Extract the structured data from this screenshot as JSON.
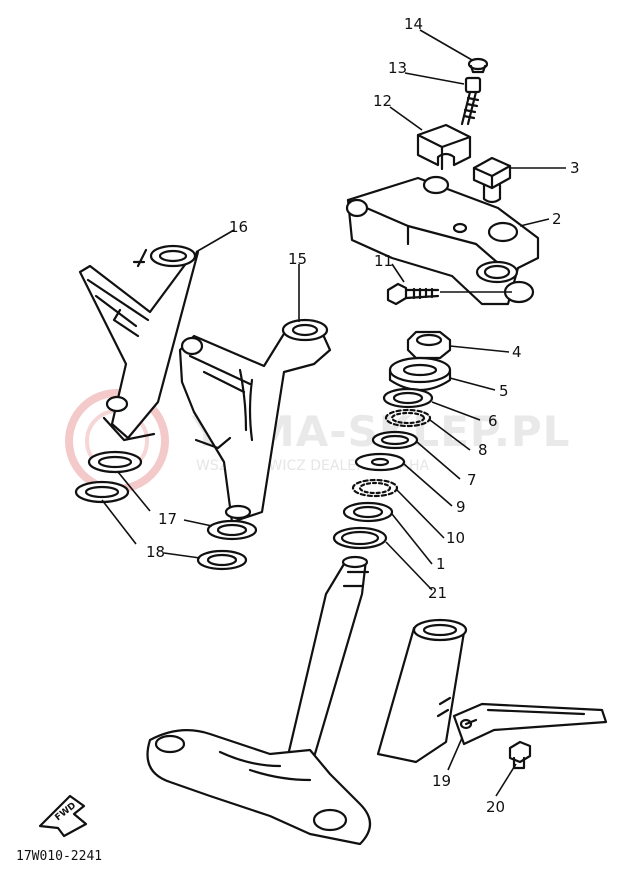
{
  "callouts": [
    {
      "id": "c1",
      "text": "1"
    },
    {
      "id": "c2",
      "text": "2"
    },
    {
      "id": "c3",
      "text": "3"
    },
    {
      "id": "c4",
      "text": "4"
    },
    {
      "id": "c5",
      "text": "5"
    },
    {
      "id": "c6",
      "text": "6"
    },
    {
      "id": "c7",
      "text": "7"
    },
    {
      "id": "c8",
      "text": "8"
    },
    {
      "id": "c9",
      "text": "9"
    },
    {
      "id": "c10",
      "text": "10"
    },
    {
      "id": "c11",
      "text": "11"
    },
    {
      "id": "c12",
      "text": "12"
    },
    {
      "id": "c13",
      "text": "13"
    },
    {
      "id": "c14",
      "text": "14"
    },
    {
      "id": "c15",
      "text": "15"
    },
    {
      "id": "c16",
      "text": "16"
    },
    {
      "id": "c17",
      "text": "17"
    },
    {
      "id": "c18",
      "text": "18"
    },
    {
      "id": "c19",
      "text": "19"
    },
    {
      "id": "c20",
      "text": "20"
    },
    {
      "id": "c21",
      "text": "21"
    }
  ],
  "watermark": {
    "title": "YAMA-SKLEP.PL",
    "subtitle": "WSZECHOWICZ DEALER YAMAHA"
  },
  "fwd_label": "FWD",
  "diagram_code": "17W010-2241",
  "colors": {
    "line": "#111111",
    "watermark": "#e9e9e9",
    "logo": "#f3c9c9"
  }
}
